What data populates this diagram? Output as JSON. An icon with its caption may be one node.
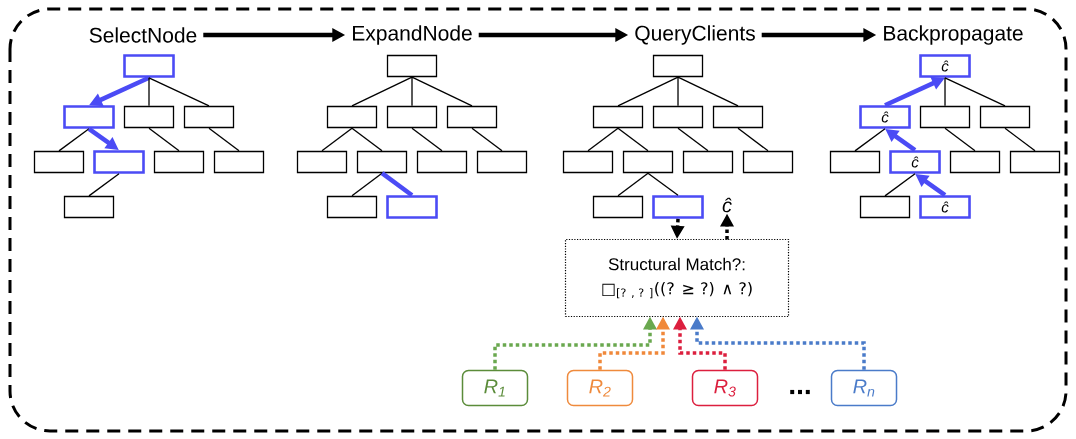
{
  "diagram": {
    "nodes": [
      {
        "text": [
          "SelectNode"
        ]
      },
      {
        "text": [
          "ExpandNode"
        ]
      },
      {
        "text": [
          "QueryClients"
        ]
      },
      {
        "text": [
          "Backpropagate"
        ]
      },
      {
        "text": [],
        "shape": "box"
      },
      {
        "text": [],
        "shape": "box"
      },
      {
        "text": [],
        "shape": "box"
      },
      {
        "text": [],
        "shape": "box"
      },
      {
        "text": [],
        "shape": "box"
      },
      {
        "text": [],
        "shape": "box"
      },
      {
        "text": [],
        "shape": "box"
      },
      {
        "text": [],
        "shape": "box"
      },
      {
        "text": [],
        "shape": "box"
      },
      {
        "text": [],
        "shape": "box"
      },
      {
        "text": [],
        "shape": "box"
      },
      {
        "text": [],
        "shape": "box"
      },
      {
        "text": [],
        "shape": "box"
      },
      {
        "text": [],
        "shape": "box"
      },
      {
        "text": [],
        "shape": "box"
      },
      {
        "text": [],
        "shape": "box"
      },
      {
        "text": [],
        "shape": "box"
      },
      {
        "text": [],
        "shape": "box"
      },
      {
        "text": [],
        "shape": "box"
      },
      {
        "text": [],
        "shape": "box"
      },
      {
        "text": [],
        "shape": "box"
      },
      {
        "text": [],
        "shape": "box"
      },
      {
        "text": [],
        "shape": "box"
      },
      {
        "text": [],
        "shape": "box"
      },
      {
        "text": [],
        "shape": "box"
      },
      {
        "text": [],
        "shape": "box"
      },
      {
        "text": [],
        "shape": "box"
      },
      {
        "text": [],
        "shape": "box"
      },
      {
        "text": [],
        "shape": "box"
      },
      {
        "text": [
          "ĉ"
        ]
      },
      {
        "text": [
          "ĉ"
        ]
      },
      {
        "text": [],
        "shape": "box"
      },
      {
        "text": [],
        "shape": "box"
      },
      {
        "text": [],
        "shape": "box"
      },
      {
        "text": [
          "ĉ"
        ]
      },
      {
        "text": [],
        "shape": "box"
      },
      {
        "text": [],
        "shape": "box"
      },
      {
        "text": [],
        "shape": "box"
      },
      {
        "text": [
          "ĉ"
        ]
      },
      {
        "text": [
          "ĉ"
        ]
      },
      {
        "text": [
          "Structural Match?:",
          "□$_{[? , ? ]}$((? ≥ ?)  ∧ ?)"
        ]
      },
      {
        "text": [
          "R$_{1}$"
        ]
      },
      {
        "text": [
          "R$_{2}$"
        ]
      },
      {
        "text": [
          "R$_{3}$"
        ]
      },
      {
        "text": [
          "R$_{n}$"
        ]
      }
    ],
    "edges": [
      {
        "from": 0,
        "to": 1,
        "arrow": "to",
        "style": "thick"
      },
      {
        "from": 1,
        "to": 2,
        "arrow": "to",
        "style": "thick"
      },
      {
        "from": 2,
        "to": 3,
        "arrow": "to",
        "style": "thick"
      },
      {
        "from": 4,
        "to": 5,
        "arrow": "to",
        "style": "thick",
        "color": "#4b4bf5"
      },
      {
        "from": 4,
        "to": 6,
        "arrow": "none"
      },
      {
        "from": 4,
        "to": 7,
        "arrow": "none"
      },
      {
        "from": 5,
        "to": 8,
        "arrow": "none"
      },
      {
        "from": 5,
        "to": 9,
        "arrow": "to",
        "style": "thick",
        "color": "#4b4bf5"
      },
      {
        "from": 6,
        "to": 10,
        "arrow": "none"
      },
      {
        "from": 7,
        "to": 11,
        "arrow": "none"
      },
      {
        "from": 9,
        "to": 12,
        "arrow": "none"
      },
      {
        "from": 13,
        "to": 14,
        "arrow": "none"
      },
      {
        "from": 13,
        "to": 15,
        "arrow": "none"
      },
      {
        "from": 13,
        "to": 16,
        "arrow": "none"
      },
      {
        "from": 14,
        "to": 17,
        "arrow": "none"
      },
      {
        "from": 14,
        "to": 18,
        "arrow": "none"
      },
      {
        "from": 15,
        "to": 19,
        "arrow": "none"
      },
      {
        "from": 16,
        "to": 20,
        "arrow": "none"
      },
      {
        "from": 18,
        "to": 21,
        "arrow": "none"
      },
      {
        "from": 18,
        "to": 22,
        "arrow": "none",
        "style": "thick",
        "color": "#4b4bf5"
      },
      {
        "from": 23,
        "to": 24,
        "arrow": "none"
      },
      {
        "from": 23,
        "to": 25,
        "arrow": "none"
      },
      {
        "from": 23,
        "to": 26,
        "arrow": "none"
      },
      {
        "from": 24,
        "to": 27,
        "arrow": "none"
      },
      {
        "from": 24,
        "to": 28,
        "arrow": "none"
      },
      {
        "from": 25,
        "to": 29,
        "arrow": "none"
      },
      {
        "from": 26,
        "to": 30,
        "arrow": "none"
      },
      {
        "from": 28,
        "to": 31,
        "arrow": "none"
      },
      {
        "from": 28,
        "to": 32,
        "arrow": "none"
      },
      {
        "from": 34,
        "to": 33,
        "arrow": "to",
        "style": "thick",
        "color": "#4b4bf5"
      },
      {
        "from": 33,
        "to": 35,
        "arrow": "none"
      },
      {
        "from": 33,
        "to": 36,
        "arrow": "none"
      },
      {
        "from": 34,
        "to": 37,
        "arrow": "none"
      },
      {
        "from": 38,
        "to": 34,
        "arrow": "to",
        "style": "thick",
        "color": "#4b4bf5"
      },
      {
        "from": 35,
        "to": 39,
        "arrow": "none"
      },
      {
        "from": 36,
        "to": 40,
        "arrow": "none"
      },
      {
        "from": 38,
        "to": 41,
        "arrow": "none"
      },
      {
        "from": 42,
        "to": 38,
        "arrow": "to",
        "style": "thick",
        "color": "#4b4bf5"
      },
      {
        "from": 32,
        "to": 44,
        "arrow": "to",
        "style": "dashed"
      },
      {
        "from": 44,
        "to": 43,
        "arrow": "to",
        "style": "dashed"
      },
      {
        "from": 45,
        "to": 44,
        "arrow": "to",
        "style": "dashed",
        "color": "#6aa84f"
      },
      {
        "from": 46,
        "to": 44,
        "arrow": "to",
        "style": "dashed",
        "color": "#f0883a"
      },
      {
        "from": 47,
        "to": 44,
        "arrow": "to",
        "style": "dashed",
        "color": "#dc1f3e"
      },
      {
        "from": 48,
        "to": 44,
        "arrow": "to",
        "style": "dashed",
        "color": "#4a7bc9"
      }
    ],
    "labels": [
      "..."
    ]
  }
}
